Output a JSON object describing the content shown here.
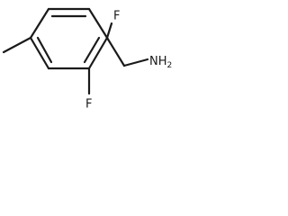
{
  "molecule": {
    "atoms": {
      "fluorine_top": "F",
      "fluorine_bottom": "F",
      "amine": "NH",
      "amine_subscript": "2"
    }
  }
}
